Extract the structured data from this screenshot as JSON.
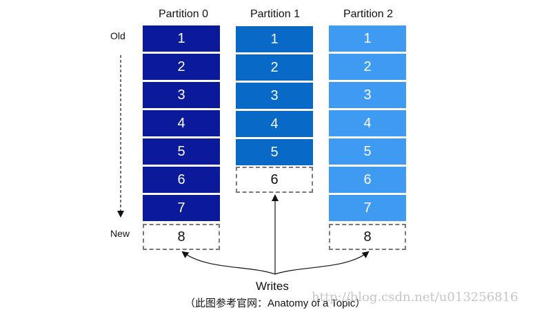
{
  "partitions": [
    {
      "title": "Partition 0",
      "color": "#0a1a9a",
      "committed": [
        "1",
        "2",
        "3",
        "4",
        "5",
        "6",
        "7"
      ],
      "next": "8"
    },
    {
      "title": "Partition 1",
      "color": "#0869c7",
      "committed": [
        "1",
        "2",
        "3",
        "4",
        "5"
      ],
      "next": "6"
    },
    {
      "title": "Partition 2",
      "color": "#3f9bf2",
      "committed": [
        "1",
        "2",
        "3",
        "4",
        "5",
        "6",
        "7"
      ],
      "next": "8"
    }
  ],
  "axis": {
    "old_label": "Old",
    "new_label": "New"
  },
  "writes_label": "Writes",
  "caption": "（此图参考官网：Anatomy of a Topic）",
  "watermark": "http://blog.csdn.net/u013256816"
}
